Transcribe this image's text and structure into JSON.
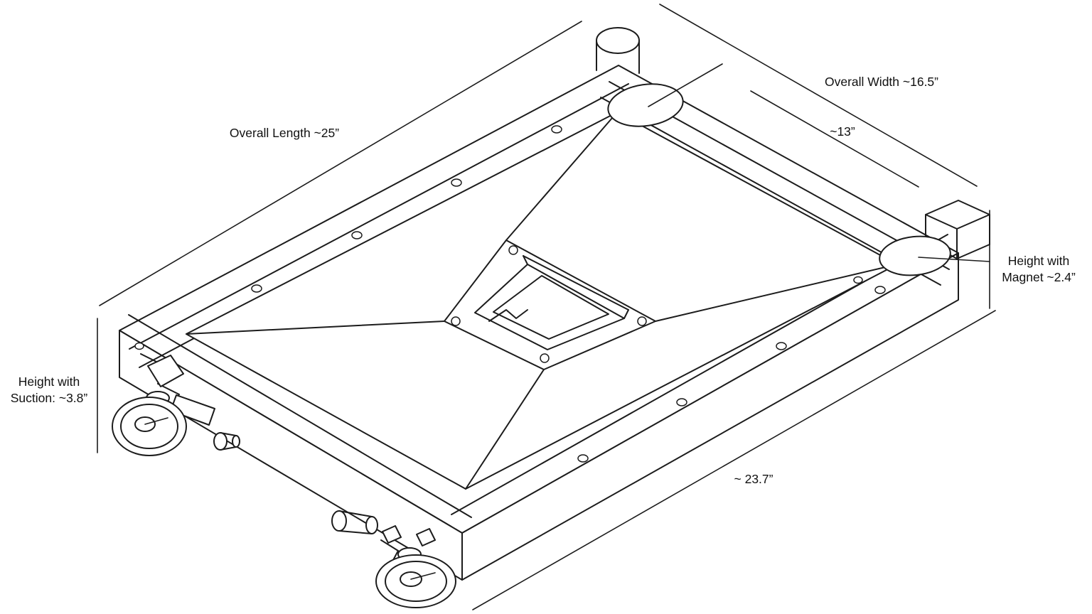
{
  "figure": {
    "background": "#ffffff",
    "line_color": "#1c1c1c",
    "text_color": "#111111",
    "type": "isometric-technical-drawing"
  },
  "annotations": {
    "overall_length": "Overall Length ~25”",
    "overall_width": "Overall Width ~16.5”",
    "width_inner": "~13”",
    "height_magnet": "Height with\nMagnet ~2.4”",
    "height_suction": "Height with\nSuction: ~3.8”",
    "length_inner": "~ 23.7”"
  }
}
